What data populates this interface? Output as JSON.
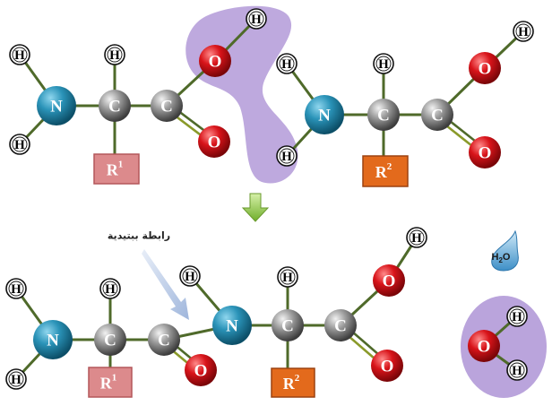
{
  "atom_labels": {
    "hydrogen": "H",
    "oxygen": "O",
    "nitrogen": "N",
    "carbon": "C"
  },
  "side_chains": {
    "r1": "R",
    "r1_sup": "1",
    "r2": "R",
    "r2_sup": "2"
  },
  "caption": {
    "peptide_bond": "رابطة ببتيدية"
  },
  "water_droplet": {
    "h": "H",
    "sub": "2",
    "o": "O"
  },
  "colors": {
    "nitrogen": "#1f86a8",
    "carbon": "#8c8c8c",
    "oxygen": "#d01217",
    "hydrogen": "#ffffff",
    "bond": "#4f6a2a",
    "r1_fill": "#dc8a8c",
    "r2_fill": "#e36a1c",
    "highlight": "#b39ad8",
    "reaction_arrow": "#8fc63f",
    "droplet": "#5aa9d6"
  }
}
